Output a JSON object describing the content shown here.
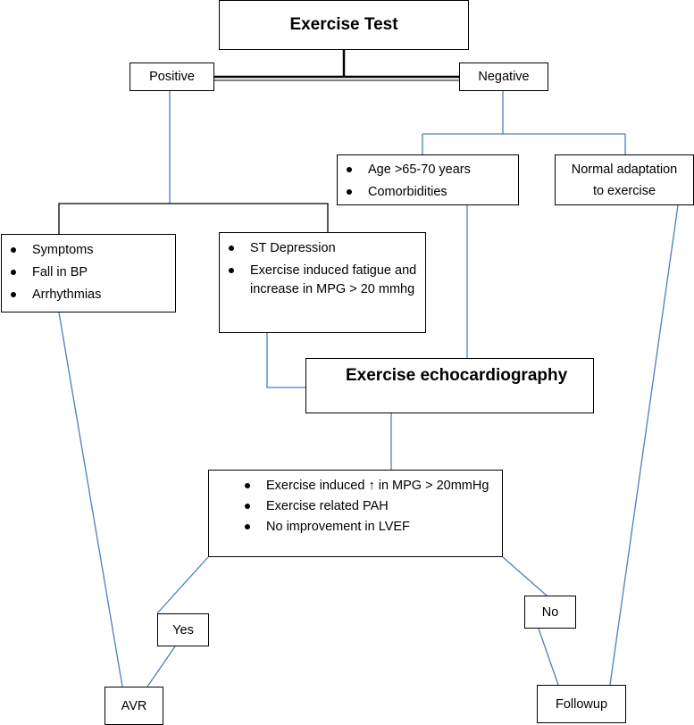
{
  "nodes": {
    "exercise_test": "Exercise Test",
    "positive": "Positive",
    "negative": "Negative",
    "age_box": [
      "Age >65-70 years",
      "Comorbidities"
    ],
    "normal_adaptation": "Normal adaptation to exercise",
    "symptoms_box": [
      "Symptoms",
      "Fall in BP",
      "Arrhythmias"
    ],
    "st_box": [
      "ST Depression",
      "Exercise induced fatigue and increase in MPG > 20 mmhg"
    ],
    "exercise_echo": "Exercise echocardiography",
    "criteria_box": [
      "Exercise induced ↑ in MPG > 20mmHg",
      "Exercise related PAH",
      "No improvement in LVEF"
    ],
    "yes": "Yes",
    "no": "No",
    "avr": "AVR",
    "followup": "Followup"
  },
  "colors": {
    "connector": "#4a7fbf",
    "box_border": "#000000"
  }
}
